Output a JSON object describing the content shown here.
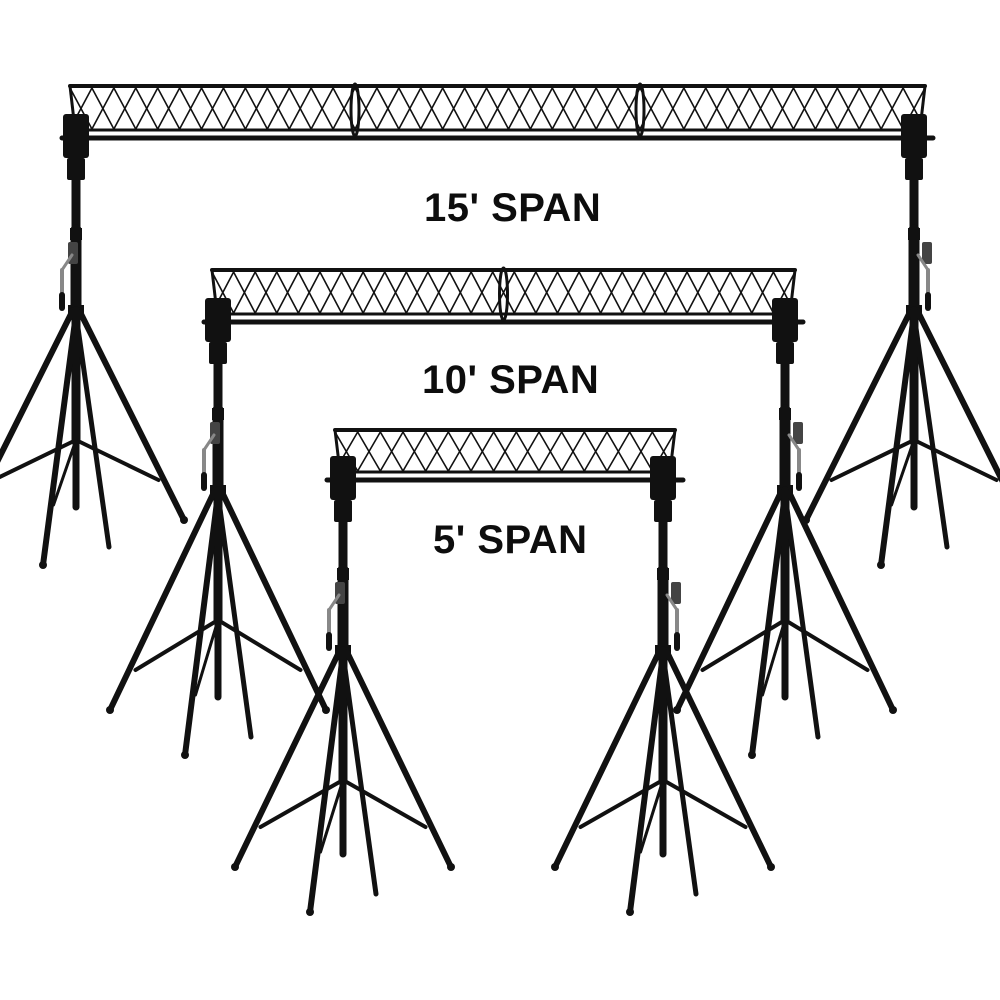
{
  "image": {
    "subject": "truss-stand-systems",
    "colors": {
      "background": "#ffffff",
      "metal": "#111111",
      "handle": "#888888",
      "text": "#0d0d0d"
    }
  },
  "labels": {
    "span_15": "15' SPAN",
    "span_10": "10' SPAN",
    "span_5": "5' SPAN"
  }
}
